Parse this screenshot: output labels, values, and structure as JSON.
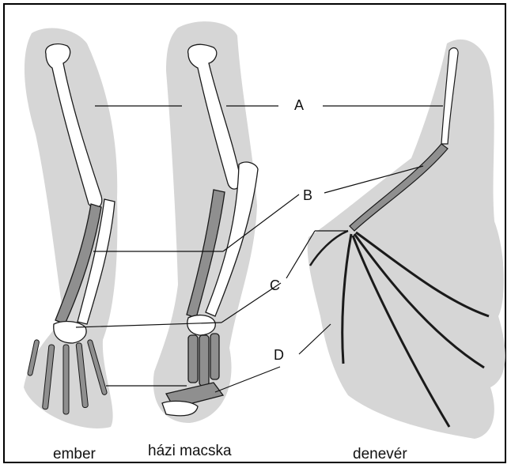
{
  "labels": {
    "a": "A",
    "b": "B",
    "c": "C",
    "d": "D"
  },
  "captions": {
    "human": "ember",
    "cat": "házi macska",
    "bat": "denevér"
  },
  "colors": {
    "silhouette": "#d6d6d6",
    "bone_dark": "#8f8f8f",
    "bone_light": "#ffffff",
    "stroke": "#1a1a1a"
  }
}
